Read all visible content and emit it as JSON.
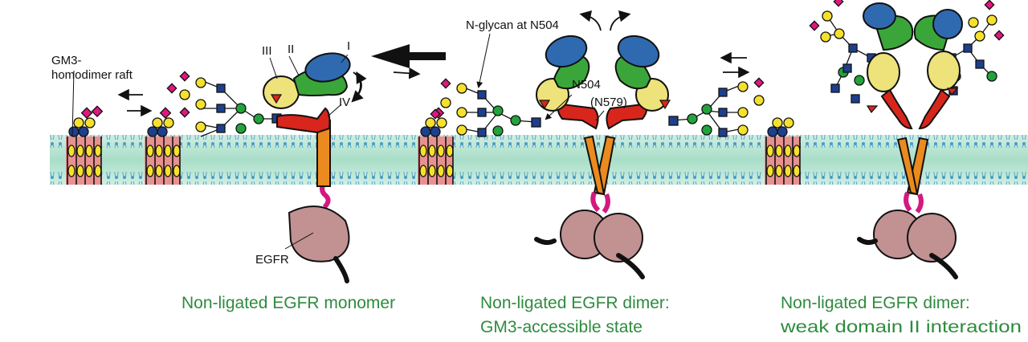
{
  "labels": {
    "gm3_raft_line1": "GM3-",
    "gm3_raft_line2": "homodimer raft",
    "domain_i": "I",
    "domain_ii": "II",
    "domain_iii": "III",
    "domain_iv": "IV",
    "nglycan": "N-glycan at N504",
    "n504": "N504",
    "n579": "(N579)",
    "egfr": "EGFR"
  },
  "captions": {
    "monomer": "Non-ligated EGFR monomer",
    "dimer_line1": "Non-ligated EGFR dimer:",
    "dimer_line2": "GM3-accessible state",
    "weak_line1": "Non-ligated EGFR dimer:",
    "weak_line2": "weak domain II interaction"
  },
  "colors": {
    "membrane": "#bfe6d6",
    "lipid_tail": "#4a9cc4",
    "domain_i": "#2f6ab1",
    "domain_ii": "#3aa63a",
    "domain_iii": "#eee27a",
    "domain_iv": "#d8261c",
    "transmembrane": "#eb8a1e",
    "linker": "#d3197f",
    "kinase": "#c29191",
    "caption": "#2e8b3e",
    "glycan_square": "#1d3f8c",
    "glycan_circle_green": "#22a33b",
    "glycan_circle_yellow": "#f5e12c",
    "glycan_diamond": "#e0177f",
    "raft_body": "#e89191"
  }
}
